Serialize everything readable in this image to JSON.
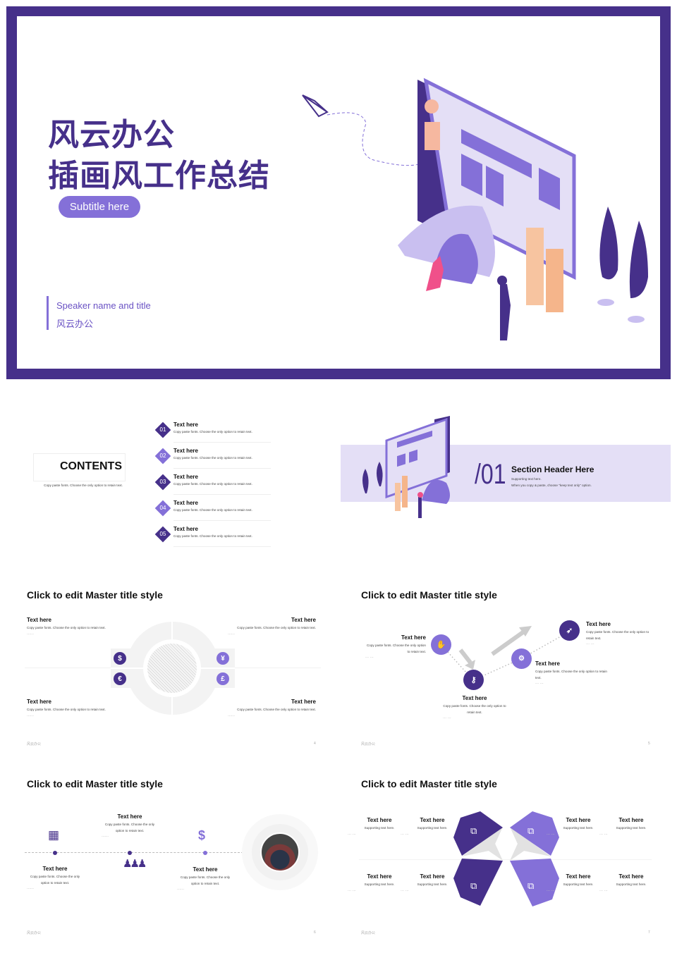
{
  "cover": {
    "title_line1": "风云办公",
    "title_line2": "插画风工作总结",
    "subtitle": "Subtitle here",
    "speaker": "Speaker name and title",
    "company": "风云办公"
  },
  "contents": {
    "title": "CONTENTS",
    "desc": "Copy paste fonts. Choose the only option to retain text.",
    "items": [
      {
        "num": "01",
        "title": "Text here",
        "desc": "Copy paste fonts. Choose the only option to retain text."
      },
      {
        "num": "02",
        "title": "Text here",
        "desc": "Copy paste fonts. Choose the only option to retain text."
      },
      {
        "num": "03",
        "title": "Text here",
        "desc": "Copy paste fonts. Choose the only option to retain text."
      },
      {
        "num": "04",
        "title": "Text here",
        "desc": "Copy paste fonts. Choose the only option to retain text."
      },
      {
        "num": "05",
        "title": "Text here",
        "desc": "Copy paste fonts. Choose the only option to retain text."
      }
    ]
  },
  "section": {
    "number": "/01",
    "header": "Section Header Here",
    "line1": "Supporting text here.",
    "line2": "When you copy & paste, choose \"keep text only\" option."
  },
  "slide4": {
    "title": "Click to edit Master title style",
    "page": "4",
    "footer": "风云办公",
    "blocks": [
      {
        "title": "Text here",
        "desc": "Copy paste fonts. Choose the only option to retain text.",
        "more": "......"
      },
      {
        "title": "Text here",
        "desc": "Copy paste fonts. Choose the only option to retain text.",
        "more": "......"
      },
      {
        "title": "Text here",
        "desc": "Copy paste fonts. Choose the only option to retain text.",
        "more": "......"
      },
      {
        "title": "Text here",
        "desc": "Copy paste fonts. Choose the only option to retain text.",
        "more": "......"
      }
    ],
    "icons": {
      "dollar": "$",
      "euro": "€",
      "yen": "¥",
      "pound": "£"
    }
  },
  "slide5": {
    "title": "Click to edit Master title style",
    "page": "5",
    "footer": "风云办公",
    "steps": [
      {
        "title": "Text here",
        "desc": "Copy paste fonts. Choose the only option to retain text.",
        "more": "... ..."
      },
      {
        "title": "Text here",
        "desc": "Copy paste fonts. Choose the only option to retain text.",
        "more": "... ..."
      },
      {
        "title": "Text here",
        "desc": "Copy paste fonts. Choose the only option to retain text.",
        "more": "... ..."
      },
      {
        "title": "Text here",
        "desc": "Copy paste fonts. Choose the only option to retain text.",
        "more": "... ..."
      }
    ]
  },
  "slide6": {
    "title": "Click to edit Master title style",
    "page": "6",
    "footer": "风云办公",
    "items": [
      {
        "title": "Text here",
        "desc": "Copy paste fonts. Choose the only option to retain text.",
        "more": "......"
      },
      {
        "title": "Text here",
        "desc": "Copy paste fonts. Choose the only option to retain text.",
        "more": "......"
      },
      {
        "title": "Text here",
        "desc": "Copy paste fonts. Choose the only option to retain text.",
        "more": "......"
      }
    ]
  },
  "slide7": {
    "title": "Click to edit Master title style",
    "page": "7",
    "footer": "风云办公",
    "items": [
      {
        "title": "Text here",
        "desc": "Supporting text here.",
        "more": "... ..."
      },
      {
        "title": "Text here",
        "desc": "Supporting text here.",
        "more": "... ..."
      },
      {
        "title": "Text here",
        "desc": "Supporting text here.",
        "more": "... ..."
      },
      {
        "title": "Text here",
        "desc": "Supporting text here.",
        "more": "... ..."
      },
      {
        "title": "Text here",
        "desc": "Supporting text here.",
        "more": "... ..."
      },
      {
        "title": "Text here",
        "desc": "Supporting text here.",
        "more": "... ..."
      },
      {
        "title": "Text here",
        "desc": "Supporting text here.",
        "more": "... ..."
      },
      {
        "title": "Text here",
        "desc": "Supporting text here.",
        "more": "... ..."
      }
    ]
  },
  "colors": {
    "dark": "#46308a",
    "light": "#8470d8",
    "lavender": "#e4dff6"
  }
}
